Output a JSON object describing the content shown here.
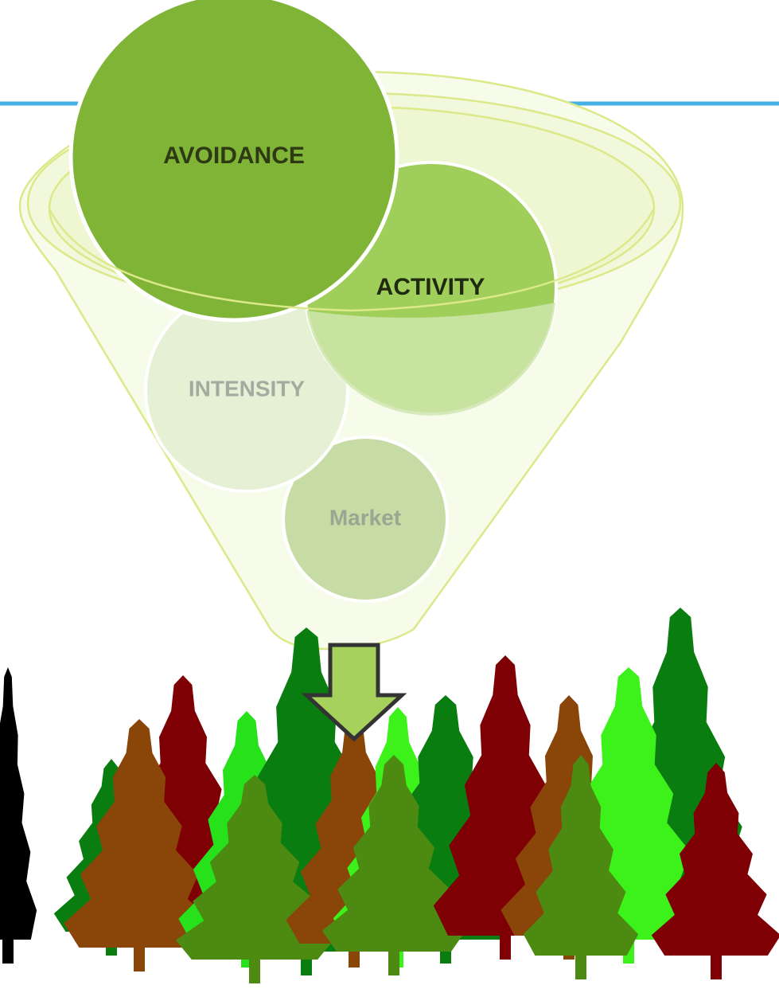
{
  "diagram": {
    "circles": [
      {
        "label": "AVOIDANCE",
        "fill": "#7fb437",
        "text_color": "#2e3a14"
      },
      {
        "label": "ACTIVITY",
        "fill": "#9fcf5a",
        "text_color": "#1f2a10"
      },
      {
        "label": "INTENSITY",
        "fill": "#e6f0d4",
        "text_color": "#a3aaa0"
      },
      {
        "label": "Market",
        "fill": "#c6dca4",
        "text_color": "#9aa694"
      }
    ],
    "colors": {
      "funnel_outline": "#dbe98a",
      "funnel_rim_fill": "#f2f8dc",
      "horizon_line": "#45b0e6",
      "arrow_fill": "#a6d15c",
      "arrow_stroke": "#333333",
      "tree_dark_green": "#0a7d10",
      "tree_olive": "#4c8a12",
      "tree_bright_green": "#3cf21a",
      "tree_lime": "#27e21b",
      "tree_brown": "#8a4509",
      "tree_maroon": "#7f0004",
      "tree_black": "#000000"
    }
  }
}
